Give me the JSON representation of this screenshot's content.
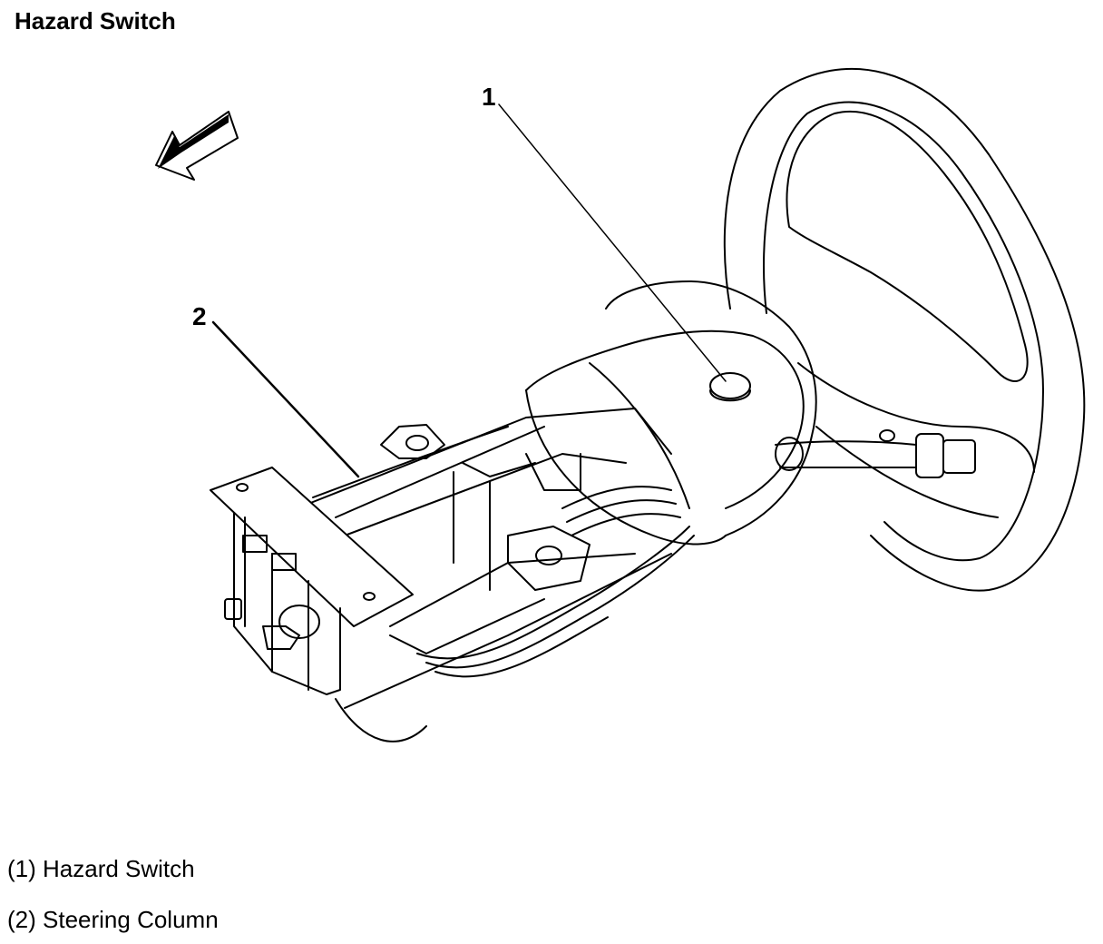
{
  "title": "Hazard Switch",
  "callouts": [
    {
      "number": "1",
      "target": "Hazard Switch"
    },
    {
      "number": "2",
      "target": "Steering Column"
    }
  ],
  "legend": [
    "(1) Hazard Switch",
    "(2) Steering Column"
  ],
  "colors": {
    "line": "#000000",
    "background": "#ffffff"
  }
}
